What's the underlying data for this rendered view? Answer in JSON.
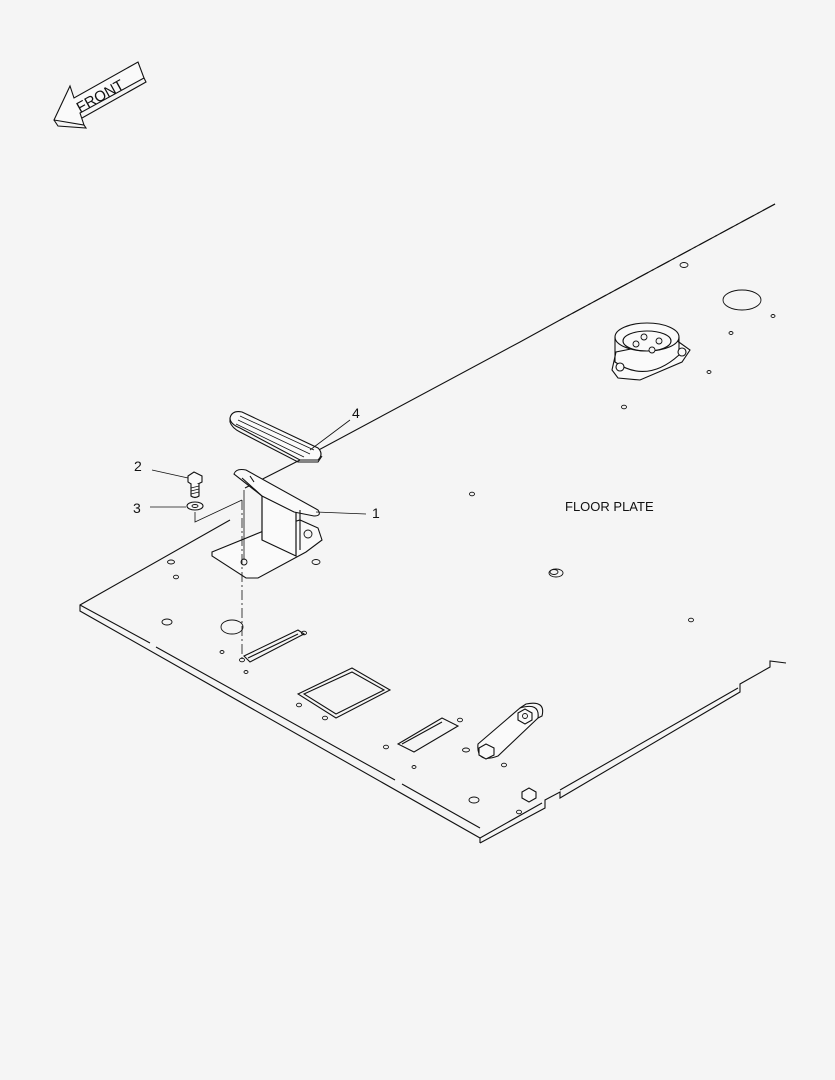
{
  "front_arrow": {
    "label": "FRONT"
  },
  "floor_plate_label": "FLOOR PLATE",
  "callouts": [
    {
      "id": "1",
      "label": "1"
    },
    {
      "id": "2",
      "label": "2"
    },
    {
      "id": "3",
      "label": "3"
    },
    {
      "id": "4",
      "label": "4"
    }
  ]
}
